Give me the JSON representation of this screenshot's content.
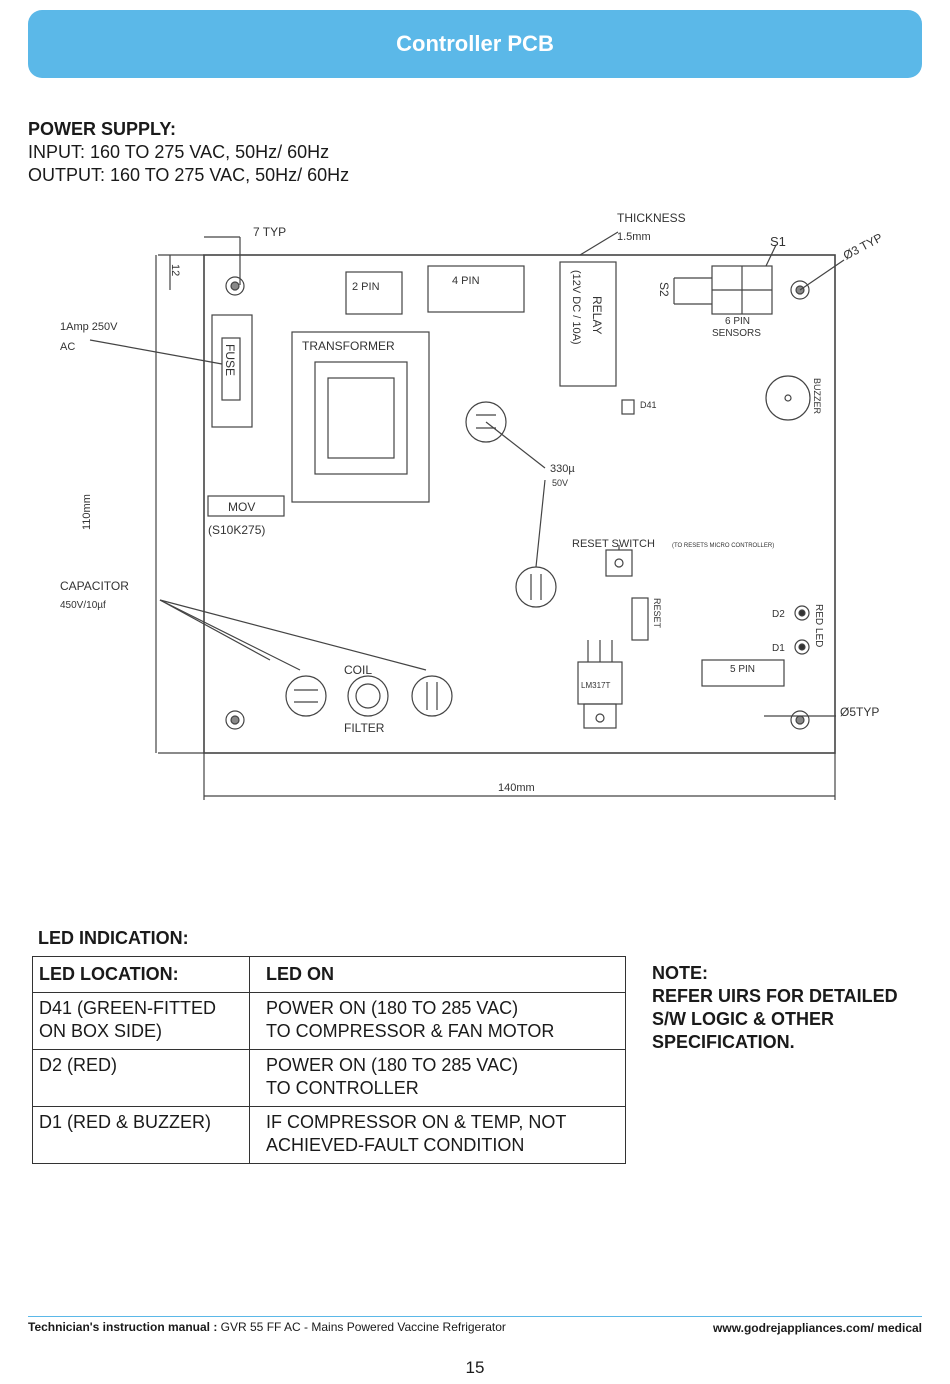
{
  "header": {
    "title": "Controller PCB"
  },
  "power_supply": {
    "heading": "POWER SUPPLY:",
    "input": "INPUT: 160 TO 275 VAC, 50Hz/ 60Hz",
    "output": "OUTPUT: 160 TO 275 VAC, 50Hz/ 60Hz"
  },
  "diagram": {
    "typ_7": "7 TYP",
    "dim_12": "12",
    "thickness": "THICKNESS",
    "thickness_val": "1.5mm",
    "s1": "S1",
    "s2": "S2",
    "hole_3": "Ø3 TYP",
    "fuse_rating_1": "1Amp 250V",
    "fuse_rating_2": "AC",
    "fuse": "FUSE",
    "pin2": "2 PIN",
    "pin4": "4 PIN",
    "relay_1": "RELAY",
    "relay_2": "(12V DC / 10A)",
    "sensors_1": "6 PIN",
    "sensors_2": "SENSORS",
    "transformer": "TRANSFORMER",
    "d41": "D41",
    "buzzer": "BUZZER",
    "cap_330_1": "330µ",
    "cap_330_2": "50V",
    "mov": "MOV",
    "mov_part": "(S10K275)",
    "height": "110mm",
    "reset_switch": "RESET SWITCH",
    "reset_note": "(TO RESETS MICRO CONTROLLER)",
    "capacitor_1": "CAPACITOR",
    "capacitor_2": "450V/10µf",
    "reset": "RESET",
    "d2": "D2",
    "d1": "D1",
    "red_led": "RED LED",
    "coil": "COIL",
    "filter": "FILTER",
    "lm317t": "LM317T",
    "pin5": "5 PIN",
    "hole_5": "Ø5TYP",
    "width": "140mm"
  },
  "led": {
    "heading": "LED INDICATION:",
    "columns": [
      "LED LOCATION:",
      "LED ON"
    ],
    "rows": [
      {
        "location_1": "D41 (GREEN-FITTED",
        "location_2": "ON BOX SIDE)",
        "on_1": "POWER ON (180 TO 285 VAC)",
        "on_2": "TO COMPRESSOR & FAN MOTOR"
      },
      {
        "location_1": "D2 (RED)",
        "location_2": "",
        "on_1": "POWER ON (180 TO 285 VAC)",
        "on_2": "TO CONTROLLER"
      },
      {
        "location_1": "D1 (RED & BUZZER)",
        "location_2": "",
        "on_1": "IF COMPRESSOR ON & TEMP, NOT",
        "on_2": "ACHIEVED-FAULT CONDITION"
      }
    ]
  },
  "note": {
    "heading": "NOTE:",
    "line1": "REFER UIRS FOR DETAILED",
    "line2": "S/W LOGIC & OTHER",
    "line3": "SPECIFICATION."
  },
  "footer": {
    "manual_label": "Technician's instruction manual :",
    "manual_title": "GVR 55 FF AC - Mains Powered Vaccine Refrigerator",
    "website": "www.godrejappliances.com/ medical",
    "page": "15"
  }
}
